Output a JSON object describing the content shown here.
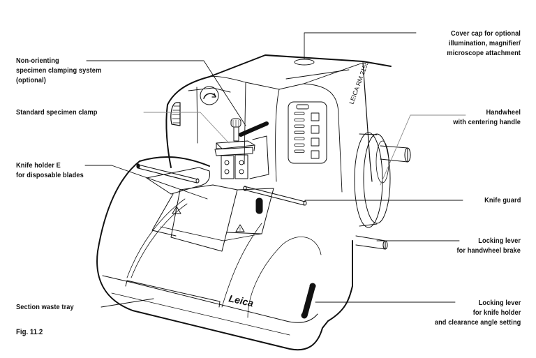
{
  "figure": {
    "caption": "Fig. 11.2",
    "device_brand_logo": "Leica",
    "device_model_text": "LEICA RM 2155",
    "warning_symbol": "!"
  },
  "labels": {
    "non_orienting_clamp": {
      "lines": [
        "Non-orienting",
        "specimen clamping system",
        "(optional)"
      ]
    },
    "standard_clamp": {
      "lines": [
        "Standard specimen clamp"
      ]
    },
    "knife_holder": {
      "lines": [
        "Knife holder E",
        "for disposable blades"
      ]
    },
    "waste_tray": {
      "lines": [
        "Section waste tray"
      ]
    },
    "cover_cap": {
      "lines": [
        "Cover cap for optional",
        "illumination, magnifier/",
        "microscope attachment"
      ]
    },
    "handwheel": {
      "lines": [
        "Handwheel",
        "with centering handle"
      ]
    },
    "knife_guard": {
      "lines": [
        "Knife guard"
      ]
    },
    "handwheel_brake": {
      "lines": [
        "Locking lever",
        "for handwheel brake"
      ]
    },
    "knife_holder_lever": {
      "lines": [
        "Locking lever",
        "for knife holder",
        "and clearance angle setting"
      ]
    }
  }
}
